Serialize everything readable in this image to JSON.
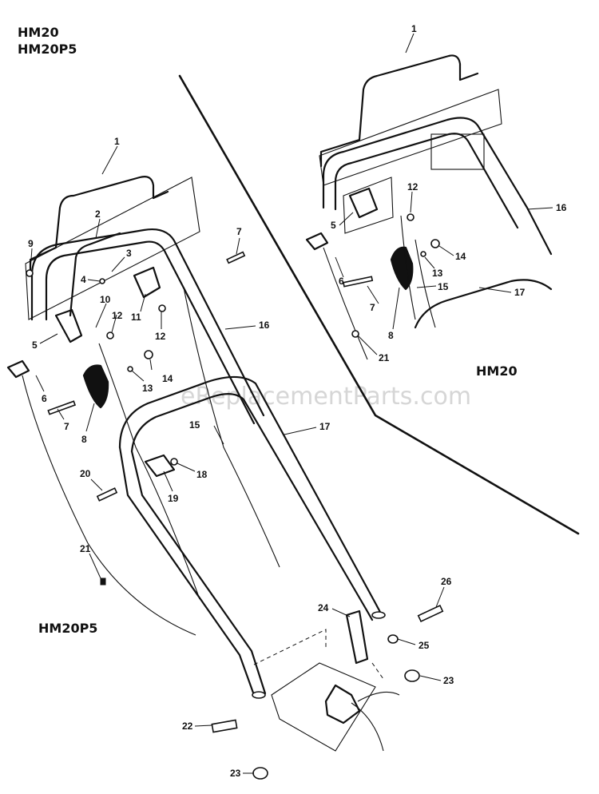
{
  "header": {
    "model_line_1": "HM20",
    "model_line_2": "HM20P5"
  },
  "inset": {
    "model_label": "HM20"
  },
  "main": {
    "model_label": "HM20P5"
  },
  "watermark": "eReplacementParts.com",
  "callouts_main": [
    "1",
    "2",
    "3",
    "4",
    "5",
    "6",
    "7",
    "7",
    "8",
    "9",
    "10",
    "11",
    "12",
    "12",
    "13",
    "14",
    "15",
    "16",
    "17",
    "18",
    "19",
    "20",
    "21",
    "22",
    "23",
    "23",
    "24",
    "25",
    "26"
  ],
  "callouts_inset": [
    "1",
    "5",
    "6",
    "7",
    "8",
    "12",
    "13",
    "14",
    "15",
    "16",
    "17",
    "21"
  ]
}
